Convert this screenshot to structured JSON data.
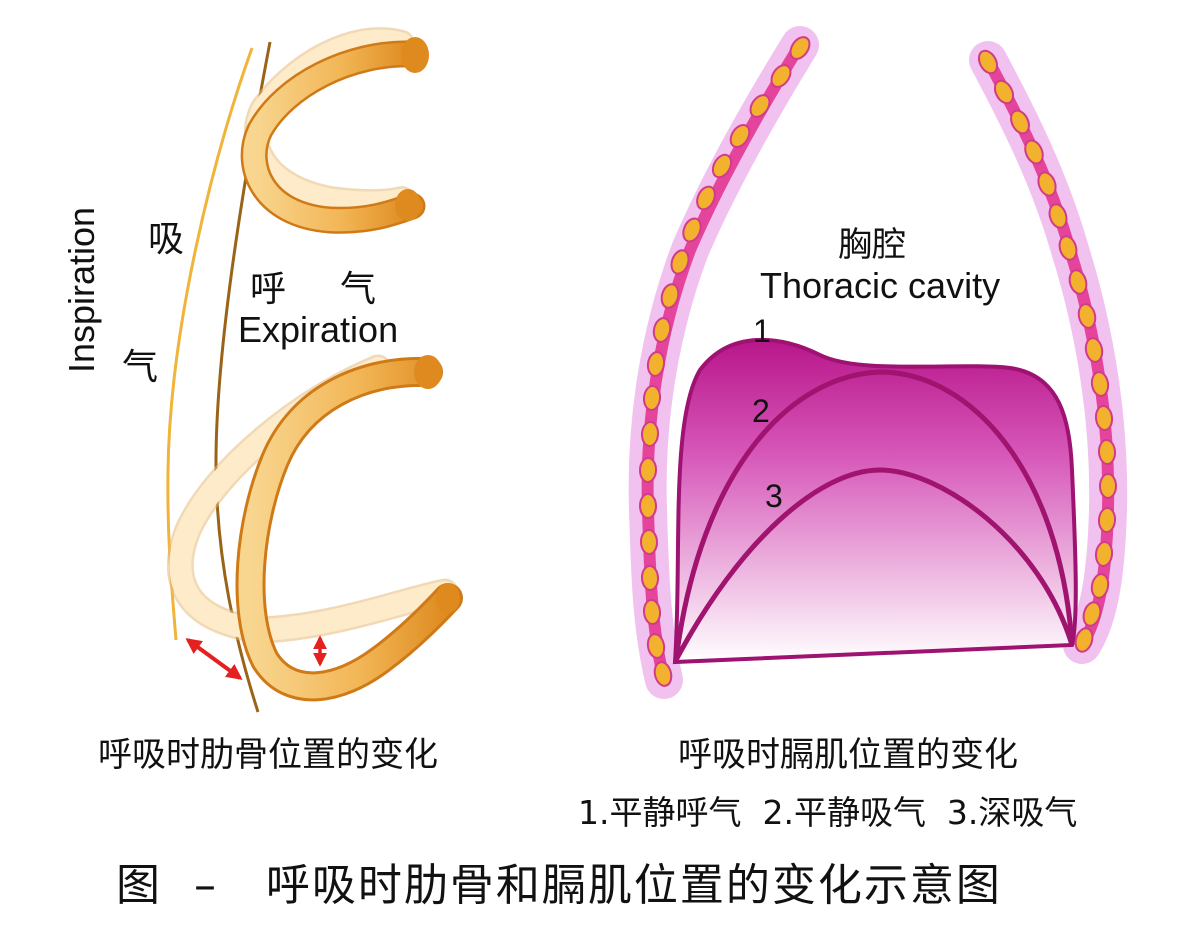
{
  "left_panel": {
    "inspiration_en": "Inspiration",
    "xi_char": "吸",
    "qi_char_left": "气",
    "hu_char": "呼",
    "qi_char_mid": "气",
    "expiration_en": "Expiration",
    "caption": "呼吸时肋骨位置的变化"
  },
  "right_panel": {
    "cavity_cn": "胸腔",
    "cavity_en": "Thoracic cavity",
    "curve_labels": [
      "1",
      "2",
      "3"
    ],
    "caption": "呼吸时膈肌位置的变化",
    "legend": "1.平静呼气  2.平静吸气  3.深吸气"
  },
  "figure_title": "图  –   呼吸时肋骨和膈肌位置的变化示意图",
  "colors": {
    "rib_dark": "#de8a1f",
    "rib_light": "#f5c877",
    "rib_ghost": "#fbe6c4",
    "sternum_line_light": "#f0b43a",
    "sternum_line_dark": "#9a6418",
    "arrow": "#e42020",
    "diaphragm": "#b0167a",
    "wall_pink": "#e4449c",
    "wall_halo": "#f1c2f0",
    "cell_yellow": "#f3b22e"
  }
}
